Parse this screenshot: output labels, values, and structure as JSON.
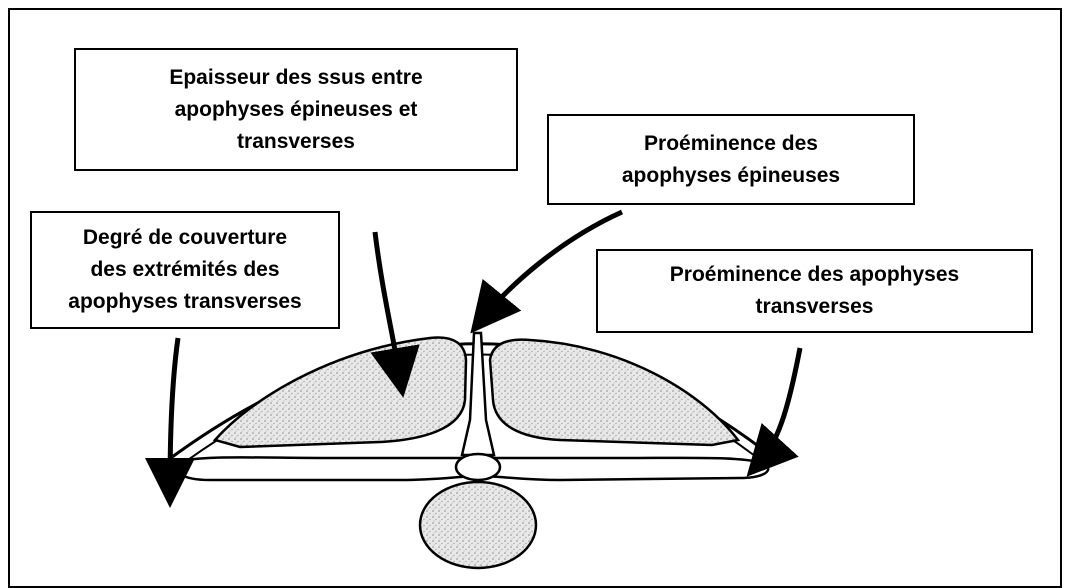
{
  "labels": {
    "epaisseur": "Epaisseur des    ssus entre\napophyses épineuses et\ntransverses",
    "proeminence_epineuses": "Proéminence des\napophyses épineuses",
    "degre_couverture": "Degré de couverture\ndes extrémités des\napophyses transverses",
    "proeminence_transverses": "Proéminence des apophyses\ntransverses"
  },
  "colors": {
    "line": "#000000",
    "stipple": "#8a8a8a",
    "background": "#ffffff"
  }
}
